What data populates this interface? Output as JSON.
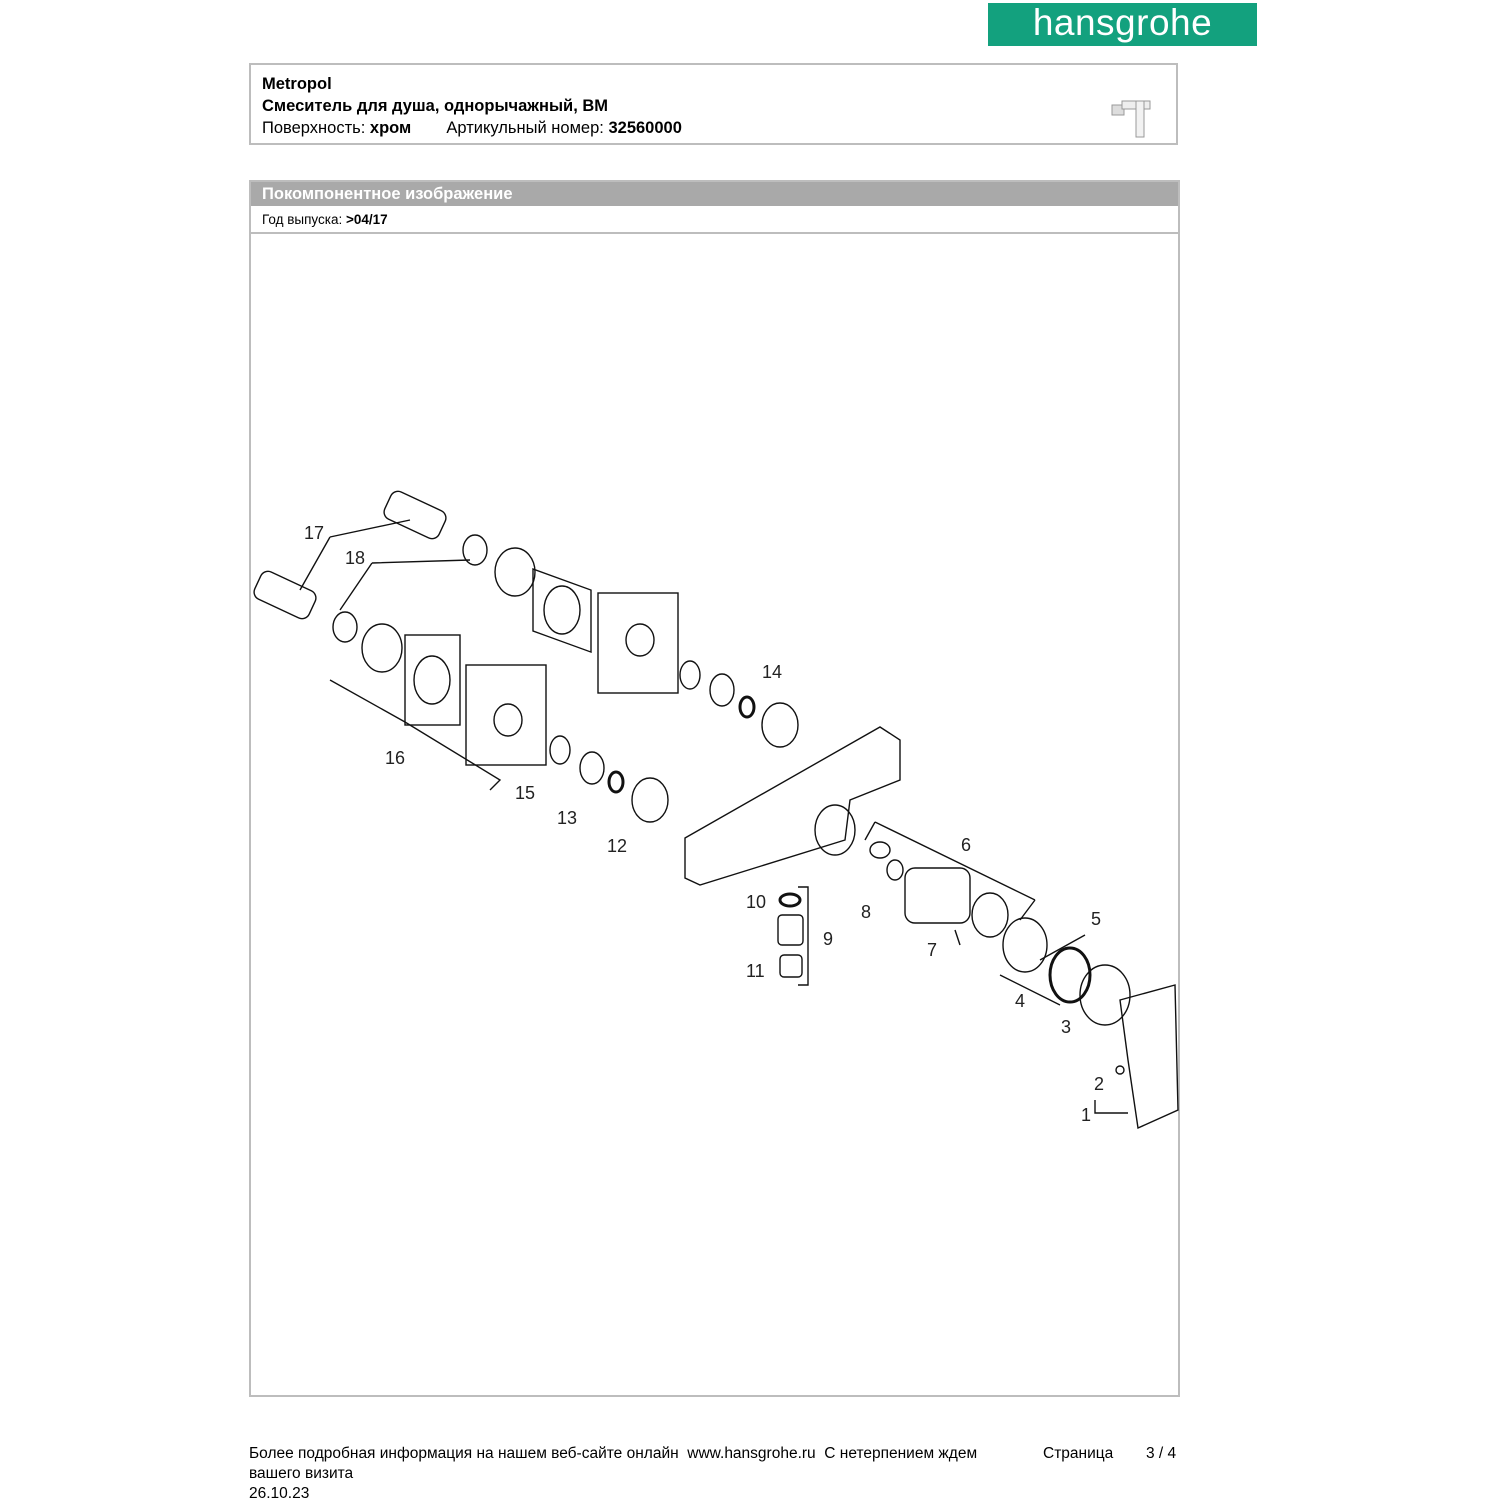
{
  "brand": {
    "logo_text": "hansgrohe",
    "color": "#13a17e"
  },
  "product": {
    "series": "Metropol",
    "description": "Смеситель для душа, однорычажный, ВМ",
    "surface_label": "Поверхность:",
    "surface_value": "хром",
    "article_label": "Артикульный номер:",
    "article_value": "32560000"
  },
  "section": {
    "title": "Покомпонентное изображение",
    "year_label": "Год выпуска:",
    "year_value": ">04/17"
  },
  "callouts": [
    "1",
    "2",
    "3",
    "4",
    "5",
    "6",
    "7",
    "8",
    "9",
    "10",
    "11",
    "12",
    "13",
    "14",
    "15",
    "16",
    "17",
    "18"
  ],
  "footer": {
    "info_text": "Более подробная информация на нашем веб-сайте онлайн",
    "link": "www.hansgrohe.ru",
    "visit_text_1": "С нетерпением ждем",
    "visit_text_2": "вашего визита",
    "page_label": "Страница",
    "page_value": "3 / 4",
    "date": "26.10.23"
  }
}
